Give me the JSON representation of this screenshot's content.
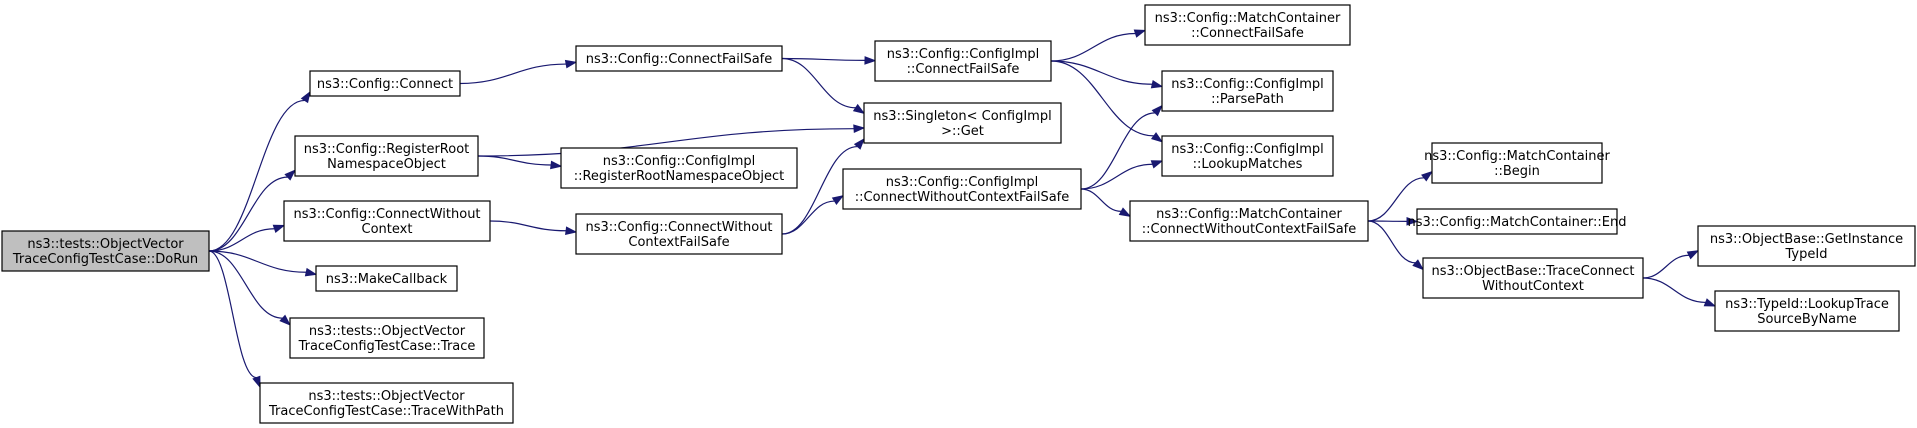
{
  "diagram": {
    "type": "call-graph",
    "colors": {
      "edge": "#191970",
      "root_fill": "#bfbfbf",
      "node_fill": "#ffffff",
      "node_border": "#000000"
    },
    "nodes": {
      "root": {
        "lines": [
          "ns3::tests::ObjectVector",
          "TraceConfigTestCase::DoRun"
        ]
      },
      "connect": {
        "lines": [
          "ns3::Config::Connect"
        ]
      },
      "registerRoot": {
        "lines": [
          "ns3::Config::RegisterRoot",
          "NamespaceObject"
        ]
      },
      "connectWoCtx": {
        "lines": [
          "ns3::Config::ConnectWithout",
          "Context"
        ]
      },
      "makeCallback": {
        "lines": [
          "ns3::MakeCallback"
        ]
      },
      "trace": {
        "lines": [
          "ns3::tests::ObjectVector",
          "TraceConfigTestCase::Trace"
        ]
      },
      "traceWithPath": {
        "lines": [
          "ns3::tests::ObjectVector",
          "TraceConfigTestCase::TraceWithPath"
        ]
      },
      "connectFailSafe": {
        "lines": [
          "ns3::Config::ConnectFailSafe"
        ]
      },
      "implRegisterRoot": {
        "lines": [
          "ns3::Config::ConfigImpl",
          "::RegisterRootNamespaceObject"
        ]
      },
      "connectWoCtxFS": {
        "lines": [
          "ns3::Config::ConnectWithout",
          "ContextFailSafe"
        ]
      },
      "implConnectFS": {
        "lines": [
          "ns3::Config::ConfigImpl",
          "::ConnectFailSafe"
        ]
      },
      "singletonGet": {
        "lines": [
          "ns3::Singleton< ConfigImpl",
          ">::Get"
        ]
      },
      "implConnectWoCtxFS": {
        "lines": [
          "ns3::Config::ConfigImpl",
          "::ConnectWithoutContextFailSafe"
        ]
      },
      "mcConnectFS": {
        "lines": [
          "ns3::Config::MatchContainer",
          "::ConnectFailSafe"
        ]
      },
      "parsePath": {
        "lines": [
          "ns3::Config::ConfigImpl",
          "::ParsePath"
        ]
      },
      "lookupMatches": {
        "lines": [
          "ns3::Config::ConfigImpl",
          "::LookupMatches"
        ]
      },
      "mcConnectWoCtxFS": {
        "lines": [
          "ns3::Config::MatchContainer",
          "::ConnectWithoutContextFailSafe"
        ]
      },
      "mcBegin": {
        "lines": [
          "ns3::Config::MatchContainer",
          "::Begin"
        ]
      },
      "mcEnd": {
        "lines": [
          "ns3::Config::MatchContainer::End"
        ]
      },
      "traceConnectWoCtx": {
        "lines": [
          "ns3::ObjectBase::TraceConnect",
          "WithoutContext"
        ]
      },
      "getInstanceTypeId": {
        "lines": [
          "ns3::ObjectBase::GetInstance",
          "TypeId"
        ]
      },
      "lookupTraceSource": {
        "lines": [
          "ns3::TypeId::LookupTrace",
          "SourceByName"
        ]
      }
    },
    "edges": [
      [
        "root",
        "connect"
      ],
      [
        "root",
        "registerRoot"
      ],
      [
        "root",
        "connectWoCtx"
      ],
      [
        "root",
        "makeCallback"
      ],
      [
        "root",
        "trace"
      ],
      [
        "root",
        "traceWithPath"
      ],
      [
        "connect",
        "connectFailSafe"
      ],
      [
        "connectFailSafe",
        "implConnectFS"
      ],
      [
        "connectFailSafe",
        "singletonGet"
      ],
      [
        "implConnectFS",
        "mcConnectFS"
      ],
      [
        "implConnectFS",
        "parsePath"
      ],
      [
        "implConnectFS",
        "lookupMatches"
      ],
      [
        "registerRoot",
        "singletonGet"
      ],
      [
        "registerRoot",
        "implRegisterRoot"
      ],
      [
        "connectWoCtx",
        "connectWoCtxFS"
      ],
      [
        "connectWoCtxFS",
        "singletonGet"
      ],
      [
        "connectWoCtxFS",
        "implConnectWoCtxFS"
      ],
      [
        "implConnectWoCtxFS",
        "parsePath"
      ],
      [
        "implConnectWoCtxFS",
        "lookupMatches"
      ],
      [
        "implConnectWoCtxFS",
        "mcConnectWoCtxFS"
      ],
      [
        "mcConnectWoCtxFS",
        "mcBegin"
      ],
      [
        "mcConnectWoCtxFS",
        "mcEnd"
      ],
      [
        "mcConnectWoCtxFS",
        "traceConnectWoCtx"
      ],
      [
        "traceConnectWoCtx",
        "getInstanceTypeId"
      ],
      [
        "traceConnectWoCtx",
        "lookupTraceSource"
      ]
    ]
  }
}
